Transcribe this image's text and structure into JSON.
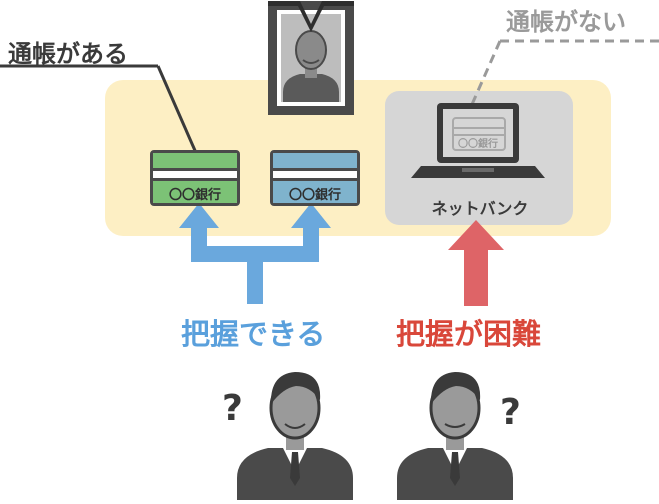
{
  "labels": {
    "has_bankbook": "通帳がある",
    "no_bankbook": "通帳がない",
    "can_grasp": "把握できる",
    "hard_to_grasp": "把握が困難"
  },
  "bankbooks": [
    {
      "bank_name": "〇〇銀行",
      "color": "#7cc276"
    },
    {
      "bank_name": "〇〇銀行",
      "color": "#7fb3cd"
    }
  ],
  "laptop": {
    "label": "ネットバンク",
    "screen_bank_name": "〇〇銀行"
  },
  "question_marks": [
    "?",
    "?"
  ],
  "colors": {
    "panel_bg": "#fdefc4",
    "netbank_box": "#d6d6d6",
    "arrow_blue": "#6aa8dd",
    "arrow_red": "#de6467",
    "text_blue": "#5aa0dc",
    "text_red": "#d9473a"
  },
  "icons": {
    "deceased": "portrait-icon",
    "person_left": "businessman-icon",
    "person_right": "businessman-icon",
    "device": "laptop-icon"
  }
}
